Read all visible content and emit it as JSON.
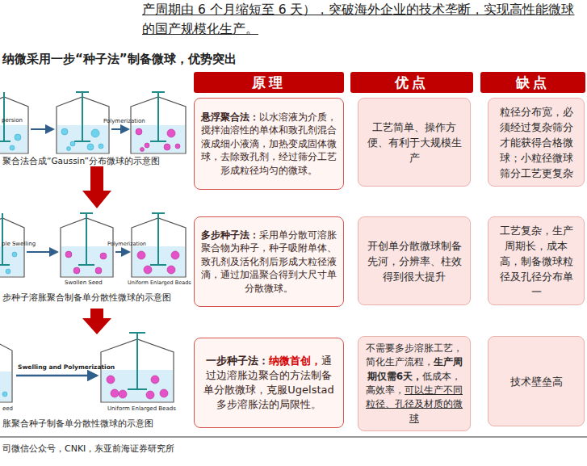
{
  "diagram": {
    "nodes": [
      {
        "text": [
          "原理"
        ]
      },
      {
        "text": [
          "优点"
        ]
      },
      {
        "text": [
          "缺点"
        ]
      },
      {
        "text": [
          "悬浮聚合法：",
          "以水溶液为介质，搅拌油溶性的单体和致孔剂混合液成细小液滴，加热变成固体微球，去除致孔剂，经过筛分工艺形成粒径均匀的微球。"
        ]
      },
      {
        "text": [
          "工艺简单、操作方便、有利于大规模生产"
        ]
      },
      {
        "text": [
          "粒径分布宽，必须经过复杂筛分才能获得合格微球；小粒径微球筛分工艺更复杂"
        ]
      },
      {
        "text": [
          "多步种子法：",
          "采用单分散可溶胀聚合物为种子，种子吸附单体、致孔剂及活化剂后形成大粒径液滴，通过加温聚合得到大尺寸单分散微球。"
        ]
      },
      {
        "text": [
          "开创单分散微球制备先河，分辨率、柱效得到很大提升"
        ]
      },
      {
        "text": [
          "工艺复杂，生产周期长，成本高，制备微球粒径及孔径分布单一"
        ]
      },
      {
        "text": [
          "一步种子法：",
          "纳微首创，",
          "通过边溶胀边聚合的方法制备单分散微球，克服Ugelstad多步溶胀法的局限性。"
        ]
      },
      {
        "text": [
          "不需要多步溶胀工艺，简化生产流程，",
          "生产周期仅需6天，",
          "低成本，高效率，",
          "可以生产不同粒径、孔径及材质的微球"
        ]
      },
      {
        "text": [
          "技术壁垒高"
        ]
      }
    ],
    "labels": [
      "产周期由 6 个月缩短至 6 天），突破海外企业的技术垄断，实现高性能微球的国产规模化生产。",
      "纳微采用一步“种子法”制备微球，优势突出",
      "persion",
      "Polymerization",
      "聚合法合成“Gaussin”分布微球的示意图",
      "ple Swelling",
      "Polymerization",
      "Swollen Seed",
      "Uniform Enlarged Beads",
      "步种子溶胀聚合制备单分散性微球的示意图",
      "Swelling and Polymerization",
      "eed",
      "Uniform Enlarged Beads",
      "胀聚合种子制备单分散性微球的示意图",
      "司微信公众号，CNKI，东亚前海证券研究所"
    ]
  }
}
